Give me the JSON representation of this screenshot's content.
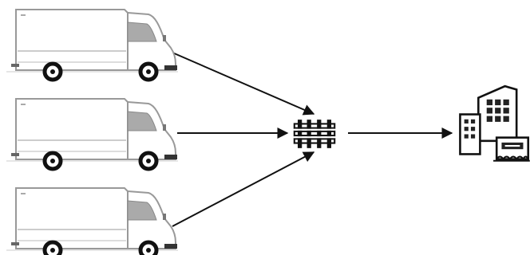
{
  "diagram": {
    "nodes": [
      {
        "id": "van-1",
        "kind": "delivery-van"
      },
      {
        "id": "van-2",
        "kind": "delivery-van"
      },
      {
        "id": "van-3",
        "kind": "delivery-van"
      },
      {
        "id": "hub",
        "kind": "rail-track-junction"
      },
      {
        "id": "destination",
        "kind": "buildings-with-storefront"
      }
    ],
    "edges": [
      {
        "from": "van-1",
        "to": "hub",
        "arrow": "end"
      },
      {
        "from": "van-2",
        "to": "hub",
        "arrow": "end"
      },
      {
        "from": "van-3",
        "to": "hub",
        "arrow": "end"
      },
      {
        "from": "hub",
        "to": "destination",
        "arrow": "end"
      }
    ],
    "colors": {
      "line": "#111111",
      "van_body": "#ffffff",
      "van_outline": "#9a9a9a",
      "window": "#a8a8a8",
      "building_window": "#222222"
    }
  }
}
